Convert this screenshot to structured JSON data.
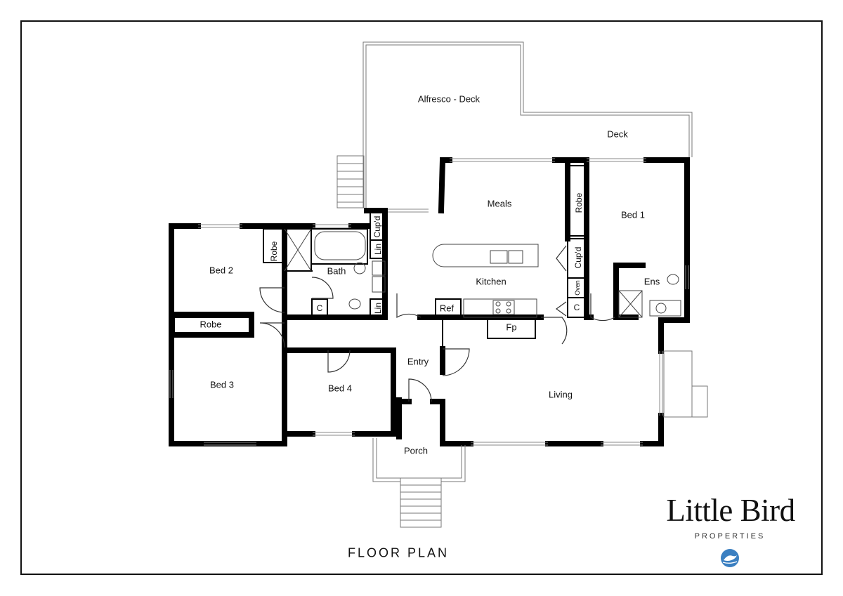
{
  "rooms": {
    "alfresco_deck": "Alfresco - Deck",
    "deck": "Deck",
    "meals": "Meals",
    "kitchen": "Kitchen",
    "bed1": "Bed 1",
    "bed1_robe": "Robe",
    "bed1_cupd": "Cup'd",
    "oven": "Oven",
    "ens": "Ens",
    "c_kitchen": "C",
    "bed2": "Bed 2",
    "bed2_robe": "Robe",
    "bath": "Bath",
    "cupd_bath": "Cup'd",
    "lin_top": "Lin",
    "lin_bottom": "Lin",
    "c_hall": "C",
    "ref": "Ref",
    "fp": "Fp",
    "bed3": "Bed 3",
    "bed3_robe": "Robe",
    "bed4": "Bed 4",
    "entry": "Entry",
    "living": "Living",
    "porch": "Porch"
  },
  "title": "FLOOR PLAN",
  "brand": {
    "name": "Little Bird",
    "subtitle": "PROPERTIES",
    "accent_color": "#3a7fc1"
  },
  "icons": {
    "logo": "bird-icon"
  }
}
